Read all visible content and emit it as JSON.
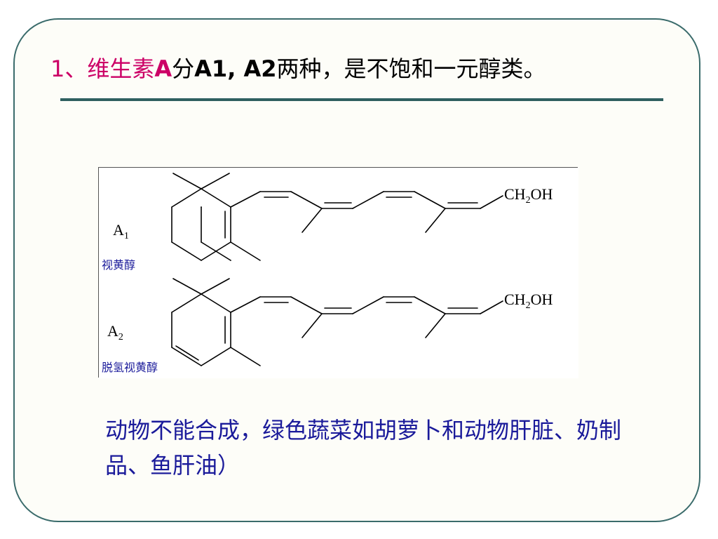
{
  "title": {
    "num": "1",
    "sep": "、维生素",
    "vitamin": "A",
    "fen": "分",
    "types": "A1, A2",
    "rest": "两种，是不饱和一元醇类。"
  },
  "figure": {
    "a1_prefix": "A",
    "a1_sub": "1",
    "a1_name": "视黄醇",
    "a2_prefix": "A",
    "a2_sub": "2",
    "a2_name": "脱氢视黄醇",
    "ch_part": "CH",
    "ch_sub": "2",
    "oh_part": "OH"
  },
  "body": {
    "text": "动物不能合成，绿色蔬菜如胡萝卜和动物肝脏、奶制品、鱼肝油）"
  },
  "colors": {
    "title_highlight": "#cc0066",
    "body_text": "#1a1a9a",
    "rule": "#2f6060"
  }
}
